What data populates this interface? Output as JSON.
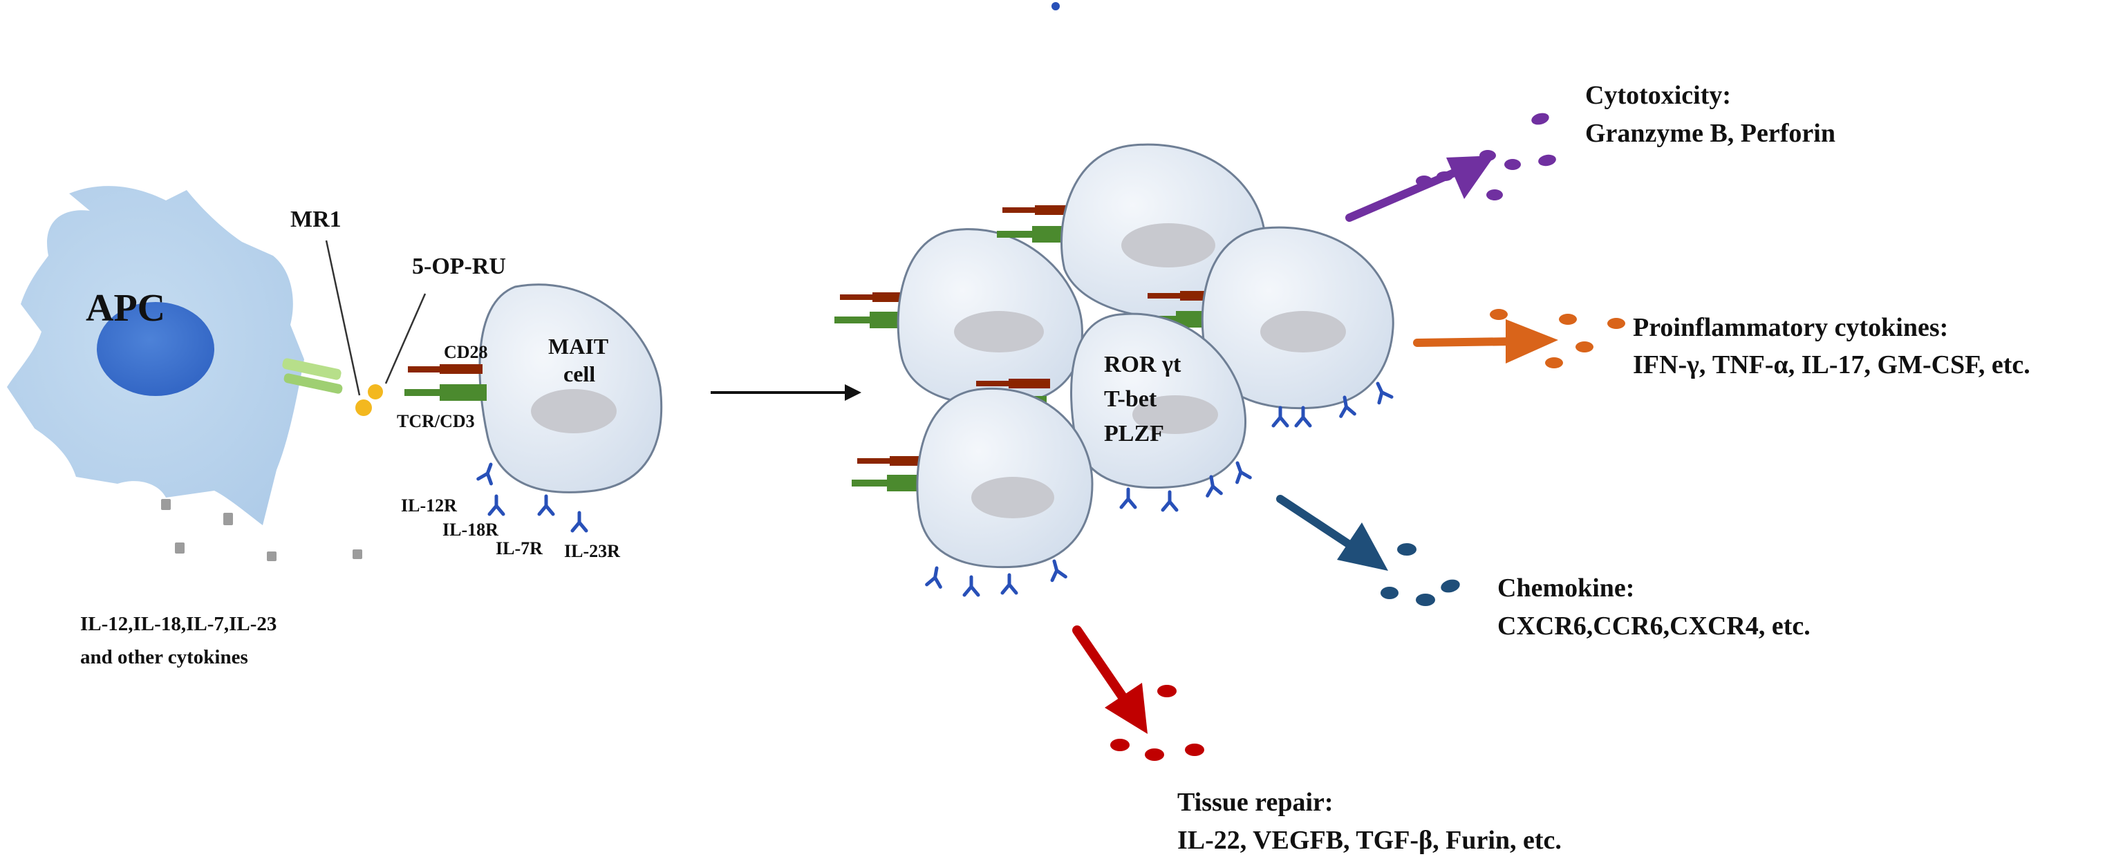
{
  "labels": {
    "apc": "APC",
    "mr1": "MR1",
    "op_ru": "5-OP-RU",
    "cd28": "CD28",
    "tcr_cd3": "TCR/CD3",
    "mait_line1": "MAIT",
    "mait_line2": "cell",
    "il12r": "IL-12R",
    "il18r": "IL-18R",
    "il7r": "IL-7R",
    "il23r": "IL-23R",
    "cytokines_line1": "IL-12,IL-18,IL-7,IL-23",
    "cytokines_line2": "and other cytokines",
    "tf_line1": "ROR γt",
    "tf_line2": "T-bet",
    "tf_line3": "PLZF"
  },
  "outcomes": {
    "cytotoxicity": {
      "title": "Cytotoxicity:",
      "detail": "Granzyme B, Perforin",
      "color": "#7030a0"
    },
    "proinflammatory": {
      "title": "Proinflammatory cytokines:",
      "detail": "IFN-γ, TNF-α, IL-17, GM-CSF, etc.",
      "color": "#d9641a"
    },
    "chemokine": {
      "title": "Chemokine:",
      "detail": "CXCR6,CCR6,CXCR4, etc.",
      "color": "#1f4e79"
    },
    "tissue_repair": {
      "title": "Tissue repair:",
      "detail": "IL-22, VEGFB, TGF-β, Furin, etc.",
      "color": "#c00000"
    }
  },
  "colors": {
    "apc_body": "#bcd6ee",
    "apc_nucleus": "#3a6fcc",
    "cell_fill": "#dde6f2",
    "cell_stroke": "#6f7f95",
    "cell_nucleus": "#c8c9cf",
    "tcr_green": "#4b8a2e",
    "cd28_brown": "#8b2500",
    "receptor_blue": "#2850b8",
    "antigen_yellow": "#f3b81f"
  }
}
